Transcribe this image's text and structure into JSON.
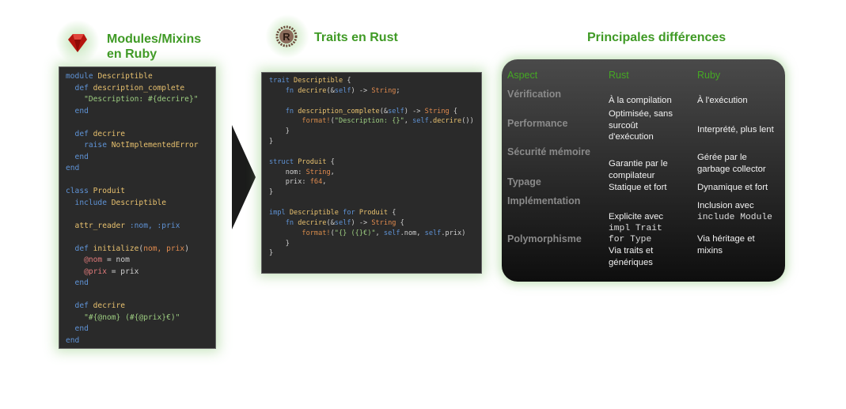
{
  "ruby": {
    "title_line1": "Modules/Mixins",
    "title_line2": "en Ruby",
    "icon": "ruby-gem-icon",
    "code": [
      [
        [
          "module ",
          "kw"
        ],
        [
          "Descriptible",
          "nm"
        ]
      ],
      [
        [
          "  def ",
          "kw"
        ],
        [
          "description_complete",
          "nm"
        ]
      ],
      [
        [
          "    \"Description: #{decrire}\"",
          "st"
        ]
      ],
      [
        [
          "  end",
          "kw"
        ]
      ],
      [],
      [
        [
          "  def ",
          "kw"
        ],
        [
          "decrire",
          "nm"
        ]
      ],
      [
        [
          "    raise ",
          "kw"
        ],
        [
          "NotImplementedError",
          "nm"
        ]
      ],
      [
        [
          "  end",
          "kw"
        ]
      ],
      [
        [
          "end",
          "kw"
        ]
      ],
      [],
      [
        [
          "class ",
          "kw"
        ],
        [
          "Produit",
          "nm"
        ]
      ],
      [
        [
          "  include ",
          "kw"
        ],
        [
          "Descriptible",
          "nm"
        ]
      ],
      [],
      [
        [
          "  attr_reader ",
          "nm"
        ],
        [
          ":nom, :prix",
          "kw"
        ]
      ],
      [],
      [
        [
          "  def ",
          "kw"
        ],
        [
          "initialize",
          "nm"
        ],
        [
          "(",
          "pl"
        ],
        [
          "nom, prix",
          "ty"
        ],
        [
          ")",
          "pl"
        ]
      ],
      [
        [
          "    @nom",
          "iv"
        ],
        [
          " = nom",
          "pl"
        ]
      ],
      [
        [
          "    @prix",
          "iv"
        ],
        [
          " = prix",
          "pl"
        ]
      ],
      [
        [
          "  end",
          "kw"
        ]
      ],
      [],
      [
        [
          "  def ",
          "kw"
        ],
        [
          "decrire",
          "nm"
        ]
      ],
      [
        [
          "    \"#{@nom} (#{@prix}€)\"",
          "st"
        ]
      ],
      [
        [
          "  end",
          "kw"
        ]
      ],
      [
        [
          "end",
          "kw"
        ]
      ]
    ]
  },
  "rust": {
    "title": "Traits en Rust",
    "icon": "rust-logo-icon",
    "code": [
      [
        [
          "trait ",
          "kw"
        ],
        [
          "Descriptible",
          "nm"
        ],
        [
          " {",
          "pl"
        ]
      ],
      [
        [
          "    fn ",
          "kw"
        ],
        [
          "decrire",
          "nm"
        ],
        [
          "(&",
          "pl"
        ],
        [
          "self",
          "kw"
        ],
        [
          ") -> ",
          "pl"
        ],
        [
          "String",
          "ty"
        ],
        [
          ";",
          "pl"
        ]
      ],
      [],
      [
        [
          "    fn ",
          "kw"
        ],
        [
          "description_complete",
          "nm"
        ],
        [
          "(&",
          "pl"
        ],
        [
          "self",
          "kw"
        ],
        [
          ") -> ",
          "pl"
        ],
        [
          "String",
          "ty"
        ],
        [
          " {",
          "pl"
        ]
      ],
      [
        [
          "        format!",
          "mc"
        ],
        [
          "(",
          "pl"
        ],
        [
          "\"Description: {}\"",
          "st"
        ],
        [
          ", ",
          "pl"
        ],
        [
          "self",
          "kw"
        ],
        [
          ".",
          "pl"
        ],
        [
          "decrire",
          "nm"
        ],
        [
          "())",
          "pl"
        ]
      ],
      [
        [
          "    }",
          "pl"
        ]
      ],
      [
        [
          "}",
          "pl"
        ]
      ],
      [],
      [
        [
          "struct ",
          "kw"
        ],
        [
          "Produit",
          "nm"
        ],
        [
          " {",
          "pl"
        ]
      ],
      [
        [
          "    nom: ",
          "pl"
        ],
        [
          "String",
          "ty"
        ],
        [
          ",",
          "pl"
        ]
      ],
      [
        [
          "    prix: ",
          "pl"
        ],
        [
          "f64",
          "ty"
        ],
        [
          ",",
          "pl"
        ]
      ],
      [
        [
          "}",
          "pl"
        ]
      ],
      [],
      [
        [
          "impl ",
          "kw"
        ],
        [
          "Descriptible",
          "nm"
        ],
        [
          " for ",
          "kw"
        ],
        [
          "Produit",
          "nm"
        ],
        [
          " {",
          "pl"
        ]
      ],
      [
        [
          "    fn ",
          "kw"
        ],
        [
          "decrire",
          "nm"
        ],
        [
          "(&",
          "pl"
        ],
        [
          "self",
          "kw"
        ],
        [
          ") -> ",
          "pl"
        ],
        [
          "String",
          "ty"
        ],
        [
          " {",
          "pl"
        ]
      ],
      [
        [
          "        format!",
          "mc"
        ],
        [
          "(",
          "pl"
        ],
        [
          "\"{} ({}€)\"",
          "st"
        ],
        [
          ", ",
          "pl"
        ],
        [
          "self",
          "kw"
        ],
        [
          ".nom, ",
          "pl"
        ],
        [
          "self",
          "kw"
        ],
        [
          ".prix)",
          "pl"
        ]
      ],
      [
        [
          "    }",
          "pl"
        ]
      ],
      [
        [
          "}",
          "pl"
        ]
      ]
    ]
  },
  "differences": {
    "title": "Principales différences",
    "headers": [
      "Aspect",
      "Rust",
      "Ruby"
    ],
    "rows": [
      {
        "aspect": "Vérification",
        "rust": "À la compilation",
        "ruby": "À l'exécution"
      },
      {
        "aspect": "Performance",
        "rust": "Optimisée, sans\nsurcoût\nd'exécution",
        "ruby": "Interprété, plus lent"
      },
      {
        "aspect": "Sécurité mémoire",
        "rust": "Garantie par le\ncompilateur",
        "ruby": "Gérée par le\ngarbage collector"
      },
      {
        "aspect": "Typage",
        "rust": "Statique et fort",
        "ruby": "Dynamique et fort"
      },
      {
        "aspect": "Implémentation",
        "rust_text": "Explicite avec",
        "rust_code": "impl Trait\nfor Type",
        "ruby_text": "Inclusion avec",
        "ruby_code": "include Module"
      },
      {
        "aspect": "Polymorphisme",
        "rust": "Via traits et\ngénériques",
        "ruby": "Via héritage et\nmixins"
      }
    ]
  }
}
